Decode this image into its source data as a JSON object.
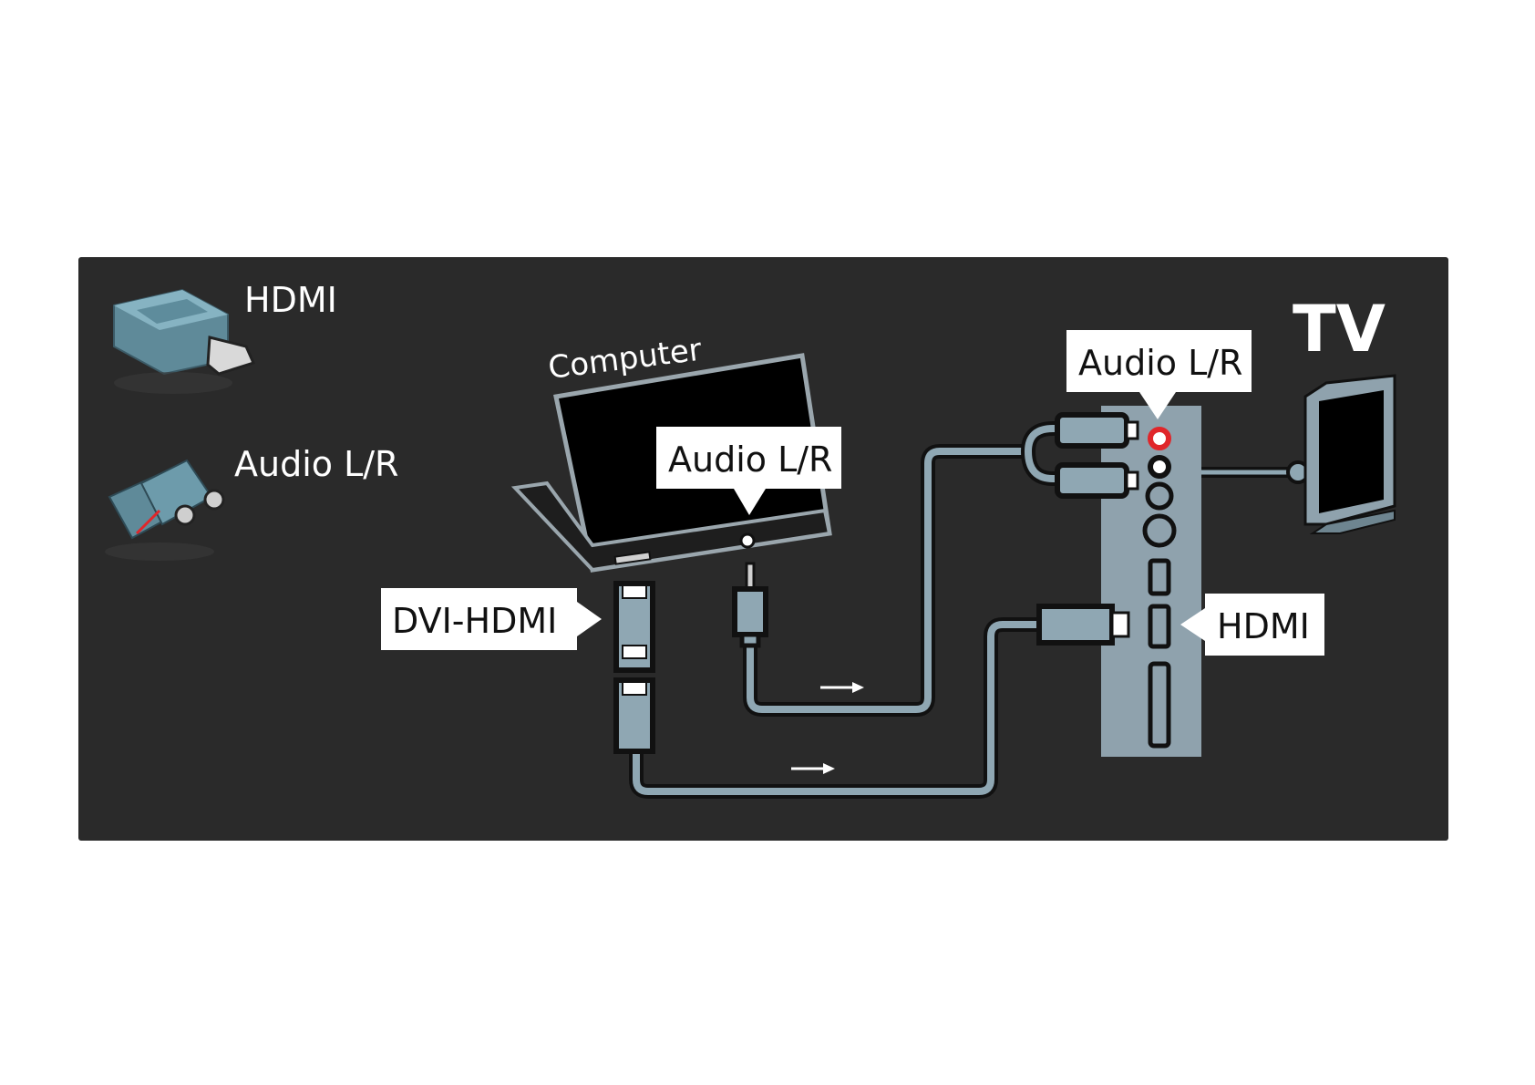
{
  "legend": {
    "hdmi_label": "HDMI",
    "audio_label": "Audio L/R"
  },
  "computer": {
    "title": "Computer",
    "audio_callout": "Audio L/R",
    "dvi_callout": "DVI-HDMI"
  },
  "tv": {
    "title": "TV",
    "audio_callout": "Audio L/R",
    "hdmi_callout": "HDMI"
  },
  "colors": {
    "panel": "#2a2a2a",
    "cable": "#8fa7b3",
    "cable_outline": "#111111",
    "tv_panel": "#8fa2ad",
    "callout_bg": "#ffffff",
    "callout_text": "#111111",
    "legend_text": "#ffffff",
    "audio_red": "#e0262a"
  }
}
